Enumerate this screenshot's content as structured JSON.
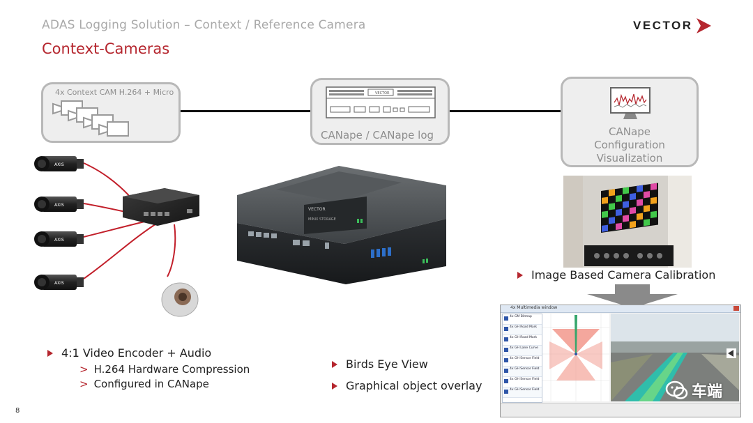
{
  "header": {
    "subtitle": "ADAS Logging Solution – Context / Reference Camera",
    "title": "Context-Cameras",
    "logo_text": "VECTOR"
  },
  "boxes": {
    "context_cam": "4x Context CAM H.264 + Micro",
    "canape_log": "CANape / CANape log",
    "canape_config": [
      "CANape",
      "Configuration",
      "Visualization"
    ]
  },
  "device_labels": {
    "storage_brand": "VECTOR",
    "storage_model": "MINIX STORAGE",
    "camera_brand": "AXIS"
  },
  "bullets": {
    "calibration": "Image Based Camera Calibration",
    "encoder": "4:1 Video Encoder + Audio",
    "encoder_subs": [
      "H.264 Hardware Compression",
      "Configured in CANape"
    ],
    "birds_eye": "Birds Eye View",
    "overlay": "Graphical object overlay"
  },
  "screenshot_window": {
    "title": "4x Multimedia window",
    "list_items": [
      "4x GM Bitmap",
      "4x GH Road Mark",
      "4x GH Road Mark",
      "4x GH Lane Curve",
      "4x GH Sensor Field",
      "4x GH Sensor Field",
      "4x GH Sensor Field",
      "4x GH Sensor Field"
    ]
  },
  "watermark": "车端",
  "page_number": "8",
  "colors": {
    "accent": "#b5262e",
    "box_border": "#b8b8b8",
    "box_fill": "#eeeeee"
  }
}
